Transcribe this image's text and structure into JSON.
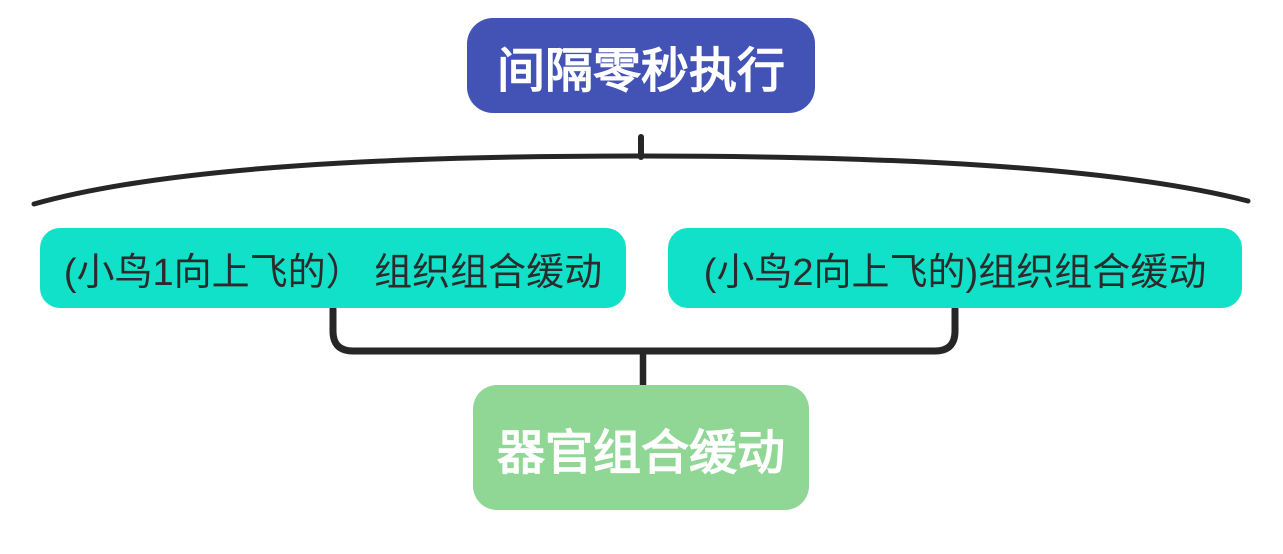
{
  "diagram": {
    "background_color": "#ffffff",
    "connector_color": "#262626",
    "root_node": {
      "label": "间隔零秒执行",
      "fill": "#4353b5",
      "text_color": "#ffffff"
    },
    "child_nodes": [
      {
        "label": "(小鸟1向上飞的） 组织组合缓动",
        "fill": "#12e1c9",
        "text_color": "#2b2b2b"
      },
      {
        "label": "(小鸟2向上飞的)组织组合缓动",
        "fill": "#12e1c9",
        "text_color": "#2b2b2b"
      }
    ],
    "result_node": {
      "label": "器官组合缓动",
      "fill": "#90d795",
      "text_color": "#ffffff"
    }
  }
}
